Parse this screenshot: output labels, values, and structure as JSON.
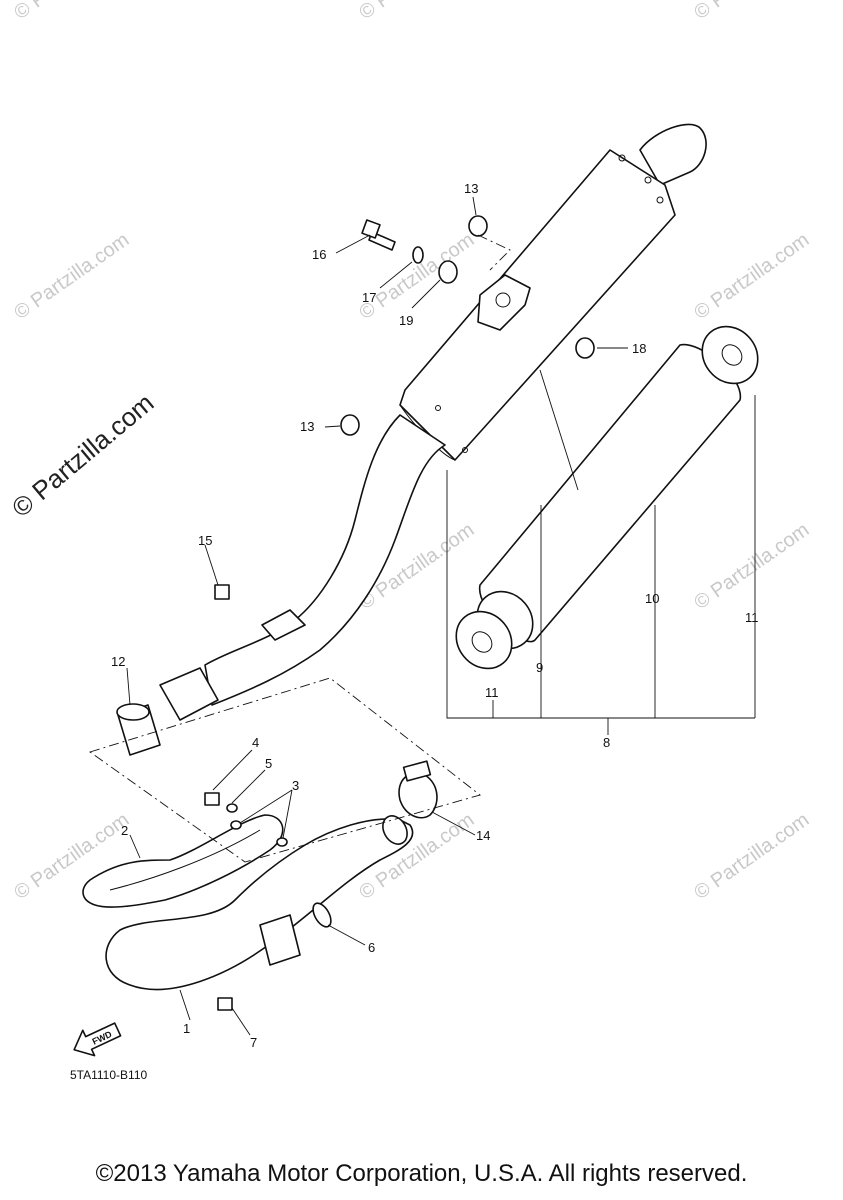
{
  "callouts": [
    "1",
    "2",
    "3",
    "4",
    "5",
    "6",
    "7",
    "8",
    "9",
    "10",
    "11",
    "12",
    "13",
    "14",
    "15",
    "16",
    "17",
    "18",
    "19"
  ],
  "repeat_labels": {
    "thirteen_b": "13",
    "eleven_b": "11"
  },
  "fwd_label": "FWD",
  "catalog_code": "5TA1110-B110",
  "watermark": "© Partzilla.com",
  "copyright": "©2013 Yamaha Motor Corporation, U.S.A. All rights reserved."
}
